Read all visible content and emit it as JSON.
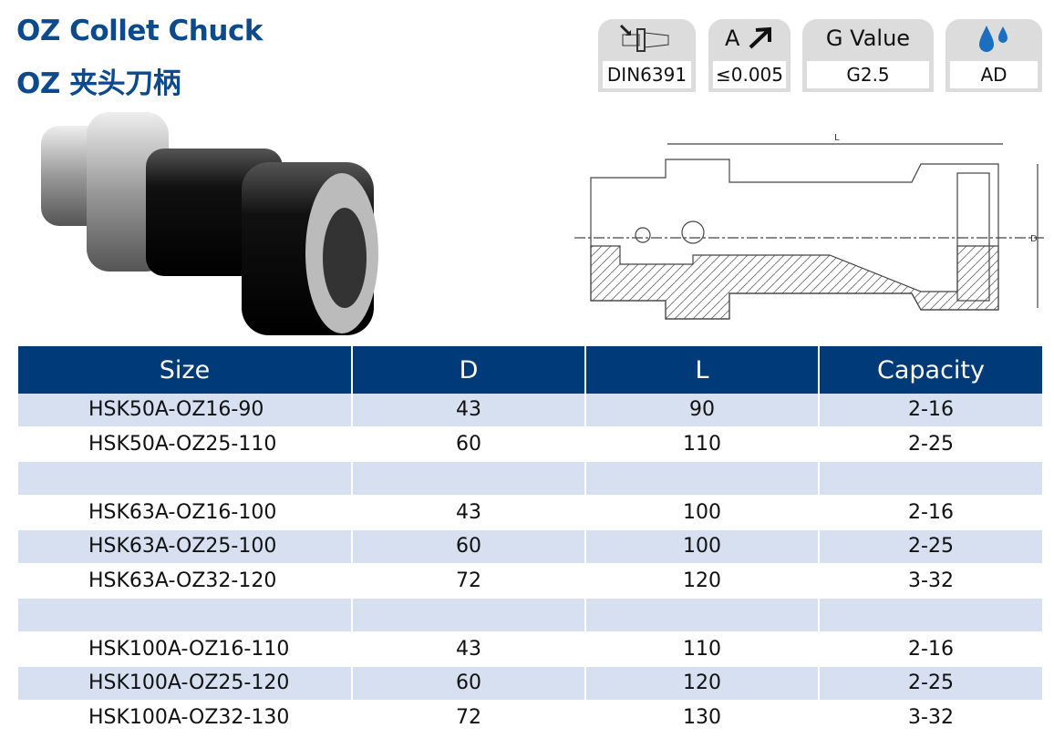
{
  "title_en": "OZ Collet Chuck",
  "title_cn": "OZ 夹头刀柄",
  "specs": [
    {
      "icon": "hsk-shank-icon",
      "label": "",
      "value": "DIN6391"
    },
    {
      "icon": "runout-arrow-icon",
      "label": "A",
      "value": "≤0.005"
    },
    {
      "icon": "",
      "label": "G Value",
      "value": "G2.5"
    },
    {
      "icon": "coolant-drops-icon",
      "label": "",
      "value": "AD"
    }
  ],
  "drawing": {
    "dim_length": "L",
    "dim_diameter": "D"
  },
  "table": {
    "headers": [
      "Size",
      "D",
      "L",
      "Capacity"
    ],
    "rows": [
      [
        "HSK50A-OZ16-90",
        "43",
        "90",
        "2-16"
      ],
      [
        "HSK50A-OZ25-110",
        "60",
        "110",
        "2-25"
      ],
      [
        "",
        "",
        "",
        ""
      ],
      [
        "HSK63A-OZ16-100",
        "43",
        "100",
        "2-16"
      ],
      [
        "HSK63A-OZ25-100",
        "60",
        "100",
        "2-25"
      ],
      [
        "HSK63A-OZ32-120",
        "72",
        "120",
        "3-32"
      ],
      [
        "",
        "",
        "",
        ""
      ],
      [
        "HSK100A-OZ16-110",
        "43",
        "110",
        "2-16"
      ],
      [
        "HSK100A-OZ25-120",
        "60",
        "120",
        "2-25"
      ],
      [
        "HSK100A-OZ32-130",
        "72",
        "130",
        "3-32"
      ]
    ]
  },
  "colors": {
    "header": "#003a78",
    "shade": "#d6e0f0",
    "title": "#0d4a8c"
  }
}
